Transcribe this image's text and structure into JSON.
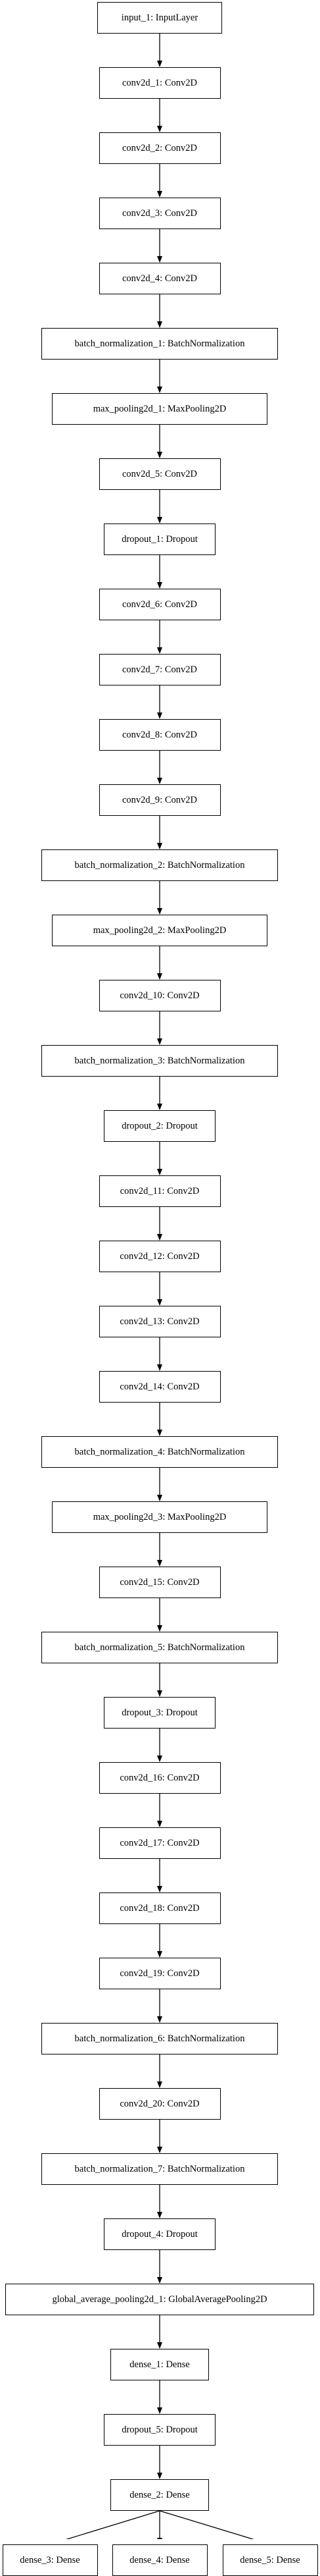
{
  "nodes": [
    {
      "id": "input_1",
      "label": "input_1: InputLayer"
    },
    {
      "id": "conv2d_1",
      "label": "conv2d_1: Conv2D"
    },
    {
      "id": "conv2d_2",
      "label": "conv2d_2: Conv2D"
    },
    {
      "id": "conv2d_3",
      "label": "conv2d_3: Conv2D"
    },
    {
      "id": "conv2d_4",
      "label": "conv2d_4: Conv2D"
    },
    {
      "id": "batch_normalization_1",
      "label": "batch_normalization_1: BatchNormalization"
    },
    {
      "id": "max_pooling2d_1",
      "label": "max_pooling2d_1: MaxPooling2D"
    },
    {
      "id": "conv2d_5",
      "label": "conv2d_5: Conv2D"
    },
    {
      "id": "dropout_1",
      "label": "dropout_1: Dropout"
    },
    {
      "id": "conv2d_6",
      "label": "conv2d_6: Conv2D"
    },
    {
      "id": "conv2d_7",
      "label": "conv2d_7: Conv2D"
    },
    {
      "id": "conv2d_8",
      "label": "conv2d_8: Conv2D"
    },
    {
      "id": "conv2d_9",
      "label": "conv2d_9: Conv2D"
    },
    {
      "id": "batch_normalization_2",
      "label": "batch_normalization_2: BatchNormalization"
    },
    {
      "id": "max_pooling2d_2",
      "label": "max_pooling2d_2: MaxPooling2D"
    },
    {
      "id": "conv2d_10",
      "label": "conv2d_10: Conv2D"
    },
    {
      "id": "batch_normalization_3",
      "label": "batch_normalization_3: BatchNormalization"
    },
    {
      "id": "dropout_2",
      "label": "dropout_2: Dropout"
    },
    {
      "id": "conv2d_11",
      "label": "conv2d_11: Conv2D"
    },
    {
      "id": "conv2d_12",
      "label": "conv2d_12: Conv2D"
    },
    {
      "id": "conv2d_13",
      "label": "conv2d_13: Conv2D"
    },
    {
      "id": "conv2d_14",
      "label": "conv2d_14: Conv2D"
    },
    {
      "id": "batch_normalization_4",
      "label": "batch_normalization_4: BatchNormalization"
    },
    {
      "id": "max_pooling2d_3",
      "label": "max_pooling2d_3: MaxPooling2D"
    },
    {
      "id": "conv2d_15",
      "label": "conv2d_15: Conv2D"
    },
    {
      "id": "batch_normalization_5",
      "label": "batch_normalization_5: BatchNormalization"
    },
    {
      "id": "dropout_3",
      "label": "dropout_3: Dropout"
    },
    {
      "id": "conv2d_16",
      "label": "conv2d_16: Conv2D"
    },
    {
      "id": "conv2d_17",
      "label": "conv2d_17: Conv2D"
    },
    {
      "id": "conv2d_18",
      "label": "conv2d_18: Conv2D"
    },
    {
      "id": "conv2d_19",
      "label": "conv2d_19: Conv2D"
    },
    {
      "id": "batch_normalization_6",
      "label": "batch_normalization_6: BatchNormalization"
    },
    {
      "id": "conv2d_20",
      "label": "conv2d_20: Conv2D"
    },
    {
      "id": "batch_normalization_7",
      "label": "batch_normalization_7: BatchNormalization"
    },
    {
      "id": "dropout_4",
      "label": "dropout_4: Dropout"
    },
    {
      "id": "global_average_pooling2d_1",
      "label": "global_average_pooling2d_1: GlobalAveragePooling2D"
    },
    {
      "id": "dense_1",
      "label": "dense_1: Dense"
    },
    {
      "id": "dropout_5",
      "label": "dropout_5: Dropout"
    },
    {
      "id": "dense_2",
      "label": "dense_2: Dense"
    },
    {
      "id": "dense_3",
      "label": "dense_3: Dense"
    },
    {
      "id": "dense_4",
      "label": "dense_4: Dense"
    },
    {
      "id": "dense_5",
      "label": "dense_5: Dense"
    }
  ],
  "edges": [
    [
      "input_1",
      "conv2d_1"
    ],
    [
      "conv2d_1",
      "conv2d_2"
    ],
    [
      "conv2d_2",
      "conv2d_3"
    ],
    [
      "conv2d_3",
      "conv2d_4"
    ],
    [
      "conv2d_4",
      "batch_normalization_1"
    ],
    [
      "batch_normalization_1",
      "max_pooling2d_1"
    ],
    [
      "max_pooling2d_1",
      "conv2d_5"
    ],
    [
      "conv2d_5",
      "dropout_1"
    ],
    [
      "dropout_1",
      "conv2d_6"
    ],
    [
      "conv2d_6",
      "conv2d_7"
    ],
    [
      "conv2d_7",
      "conv2d_8"
    ],
    [
      "conv2d_8",
      "conv2d_9"
    ],
    [
      "conv2d_9",
      "batch_normalization_2"
    ],
    [
      "batch_normalization_2",
      "max_pooling2d_2"
    ],
    [
      "max_pooling2d_2",
      "conv2d_10"
    ],
    [
      "conv2d_10",
      "batch_normalization_3"
    ],
    [
      "batch_normalization_3",
      "dropout_2"
    ],
    [
      "dropout_2",
      "conv2d_11"
    ],
    [
      "conv2d_11",
      "conv2d_12"
    ],
    [
      "conv2d_12",
      "conv2d_13"
    ],
    [
      "conv2d_13",
      "conv2d_14"
    ],
    [
      "conv2d_14",
      "batch_normalization_4"
    ],
    [
      "batch_normalization_4",
      "max_pooling2d_3"
    ],
    [
      "max_pooling2d_3",
      "conv2d_15"
    ],
    [
      "conv2d_15",
      "batch_normalization_5"
    ],
    [
      "batch_normalization_5",
      "dropout_3"
    ],
    [
      "dropout_3",
      "conv2d_16"
    ],
    [
      "conv2d_16",
      "conv2d_17"
    ],
    [
      "conv2d_17",
      "conv2d_18"
    ],
    [
      "conv2d_18",
      "conv2d_19"
    ],
    [
      "conv2d_19",
      "batch_normalization_6"
    ],
    [
      "batch_normalization_6",
      "conv2d_20"
    ],
    [
      "conv2d_20",
      "batch_normalization_7"
    ],
    [
      "batch_normalization_7",
      "dropout_4"
    ],
    [
      "dropout_4",
      "global_average_pooling2d_1"
    ],
    [
      "global_average_pooling2d_1",
      "dense_1"
    ],
    [
      "dense_1",
      "dropout_5"
    ],
    [
      "dropout_5",
      "dense_2"
    ],
    [
      "dense_2",
      "dense_3"
    ],
    [
      "dense_2",
      "dense_4"
    ],
    [
      "dense_2",
      "dense_5"
    ]
  ]
}
